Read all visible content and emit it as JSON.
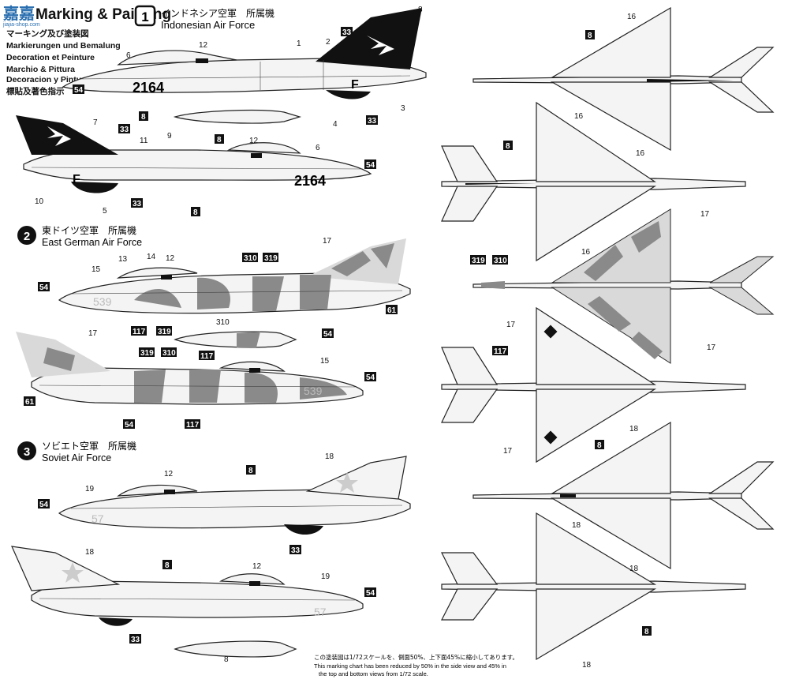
{
  "header": {
    "title": "Marking & Painting",
    "watermark": "嘉嘉",
    "watermark_url": "jiajia-shop.com",
    "subtitles": [
      "マーキング及び塗装図",
      "Markierungen und Bemalung",
      "Decoration et Peinture",
      "Marchio & Pittura",
      "Decoracion y Pintura",
      "標貼及著色指示"
    ]
  },
  "schemes": [
    {
      "number": "1",
      "name_jp": "インドネシア空軍　所属機",
      "name_en": "Indonesian Air Force"
    },
    {
      "number": "2",
      "name_jp": "東ドイツ空軍　所属機",
      "name_en": "East German Air Force"
    },
    {
      "number": "3",
      "name_jp": "ソビエト空軍　所属機",
      "name_en": "Soviet Air Force"
    }
  ],
  "aircraft_markings": {
    "serial_indonesia": "2164",
    "tail_letter": "F",
    "serial_germany": "539",
    "serial_soviet": "57"
  },
  "callouts": {
    "c1": "1",
    "c2": "2",
    "c3": "3",
    "c4": "4",
    "c5": "5",
    "c6": "6",
    "c7": "7",
    "c8": "8",
    "c9": "9",
    "c10": "10",
    "c11": "11",
    "c12": "12",
    "c13": "13",
    "c14": "14",
    "c15": "15",
    "c16": "16",
    "c17": "17",
    "c18": "18",
    "c19": "19",
    "c33": "33",
    "c54": "54",
    "c61": "61",
    "c117": "117",
    "c310": "310",
    "c319": "319"
  },
  "footnote": {
    "jp": "この塗装図は1/72スケールを、側面50%、上下面45%に縮小してあります。",
    "en1": "This marking chart has been reduced by 50% in the side view and 45% in",
    "en2": "the top and bottom views from 1/72 scale."
  },
  "colors": {
    "black": "#111111",
    "camo_grey": "#8a8a8a",
    "light_grey": "#d6d6d6",
    "line": "#222222"
  }
}
